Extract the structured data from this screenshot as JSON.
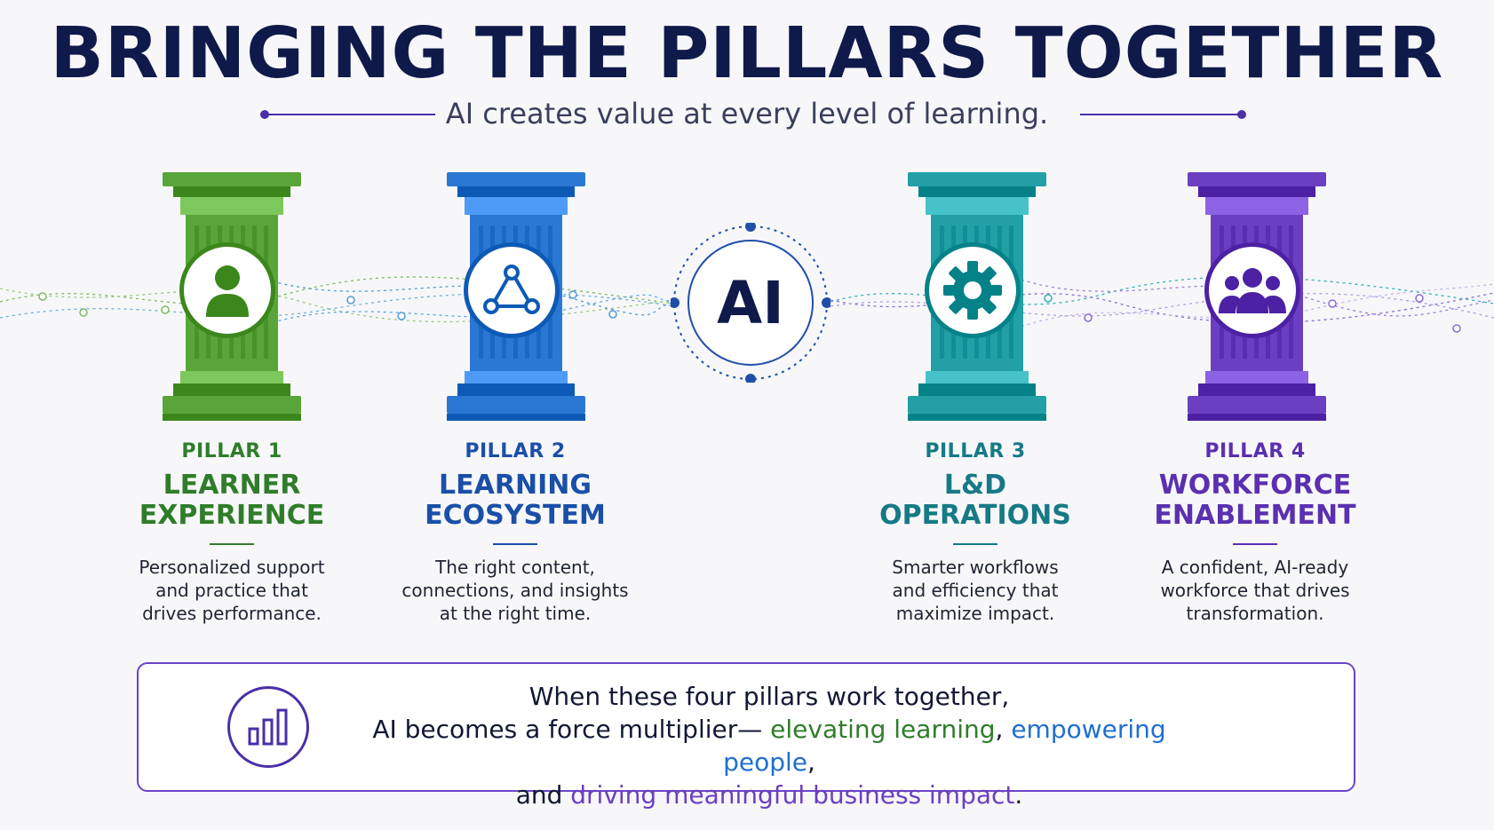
{
  "header": {
    "title": "BRINGING THE PILLARS TOGETHER",
    "subtitle": "AI creates value at every level of learning."
  },
  "hub": {
    "label": "AI"
  },
  "pillars": [
    {
      "number": "PILLAR 1",
      "title": "LEARNER\nEXPERIENCE",
      "description": "Personalized support\nand practice that\ndrives performance.",
      "icon": "person-icon",
      "color": "#5aa53a",
      "text_color": "#2f7d2a"
    },
    {
      "number": "PILLAR 2",
      "title": "LEARNING\nECOSYSTEM",
      "description": "The right content,\nconnections, and insights\nat the right time.",
      "icon": "network-icon",
      "color": "#2b78d4",
      "text_color": "#1a4fa8"
    },
    {
      "number": "PILLAR 3",
      "title": "L&D\nOPERATIONS",
      "description": "Smarter workflows\nand efficiency that\nmaximize impact.",
      "icon": "gear-icon",
      "color": "#22a0a6",
      "text_color": "#157a85"
    },
    {
      "number": "PILLAR 4",
      "title": "WORKFORCE\nENABLEMENT",
      "description": "A confident, AI-ready\nworkforce that drives\ntransformation.",
      "icon": "team-icon",
      "color": "#6a3fc2",
      "text_color": "#5a30b0"
    }
  ],
  "footer": {
    "icon": "bar-chart-icon",
    "line1": "When these four pillars work together,",
    "line2_prefix": "AI becomes a force multiplier— ",
    "highlight1": "elevating learning",
    "sep1": ", ",
    "highlight2": "empowering people",
    "sep2": ",",
    "line3_prefix": "and ",
    "highlight3": "driving meaningful business impact",
    "line3_suffix": "."
  }
}
